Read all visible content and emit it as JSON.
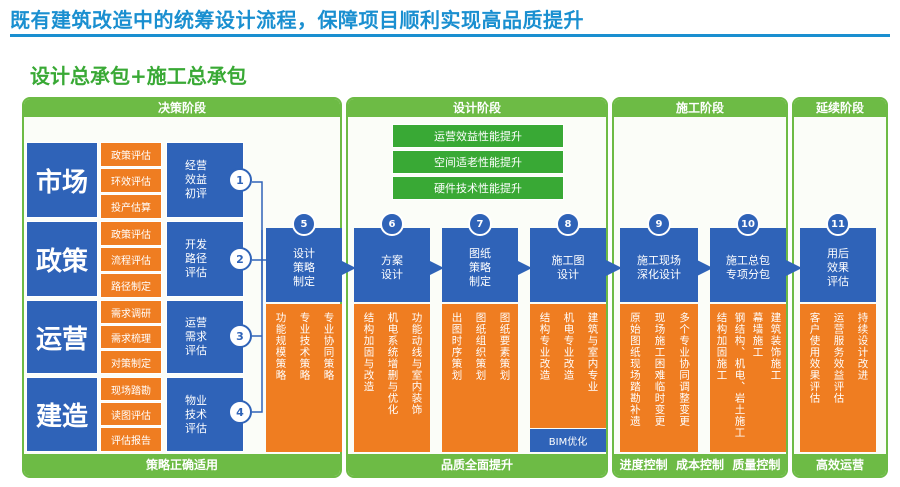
{
  "title": "既有建筑改造中的统筹设计流程，保障项目顺利实现高品质提升",
  "subtitle": "设计总承包+施工总承包",
  "colors": {
    "blue": "#2f63b8",
    "orange": "#ef7d21",
    "green": "#6dbb45",
    "title_blue": "#1a8fd0"
  },
  "phases": [
    {
      "name": "决策阶段",
      "footer": "策略正确适用"
    },
    {
      "name": "设计阶段",
      "footer": "品质全面提升"
    },
    {
      "name": "施工阶段",
      "footer": "进度控制  成本控制  质量控制"
    },
    {
      "name": "延续阶段",
      "footer": "高效运营"
    }
  ],
  "decision_rows": [
    {
      "label": "市场",
      "items": [
        "政策评估",
        "环效评估",
        "投产估算"
      ],
      "assess": "经营\n效益\n初评",
      "num": "1"
    },
    {
      "label": "政策",
      "items": [
        "政策评估",
        "流程评估",
        "路径制定"
      ],
      "assess": "开发\n路径\n评估",
      "num": "2"
    },
    {
      "label": "运营",
      "items": [
        "需求调研",
        "需求梳理",
        "对策制定"
      ],
      "assess": "运营\n需求\n评估",
      "num": "3"
    },
    {
      "label": "建造",
      "items": [
        "现场踏勘",
        "读图评估",
        "评估报告"
      ],
      "assess": "物业\n技术\n评估",
      "num": "4"
    }
  ],
  "design_goals": [
    "运营效益性能提升",
    "空间适老性能提升",
    "硬件技术性能提升"
  ],
  "steps": [
    {
      "num": "5",
      "head": "设计\n策略\n制定",
      "items": [
        "功能规模策略",
        "专业技术策略",
        "专业协同策略"
      ]
    },
    {
      "num": "6",
      "head": "方案\n设计",
      "items": [
        "结构加固与改造",
        "机电系统增删与优化",
        "功能动线与室内装饰"
      ]
    },
    {
      "num": "7",
      "head": "图纸\n策略\n制定",
      "items": [
        "出图时序策划",
        "图纸组织策划",
        "图纸要素策划"
      ]
    },
    {
      "num": "8",
      "head": "施工图\n设计",
      "items": [
        "结构专业改造",
        "机电专业改造",
        "建筑与室内专业"
      ],
      "extra": "BIM优化"
    },
    {
      "num": "9",
      "head": "施工现场\n深化设计",
      "items": [
        "原始图纸现场踏勘补遗",
        "现场施工困难临时变更",
        "多个专业协同调整变更"
      ]
    },
    {
      "num": "10",
      "head": "施工总包\n专项分包",
      "items": [
        "结构加固施工",
        "钢结构、机电、岩土施工",
        "幕墙施工",
        "建筑装饰施工"
      ]
    },
    {
      "num": "11",
      "head": "用后\n效果\n评估",
      "items": [
        "客户使用效果评估",
        "运营服务效益评估",
        "持续设计改进"
      ]
    }
  ]
}
